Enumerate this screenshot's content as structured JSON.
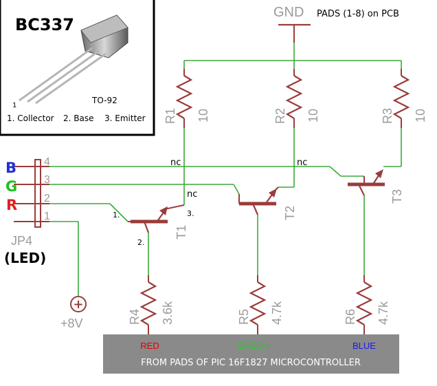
{
  "inset": {
    "title": "BC337",
    "package": "TO-92",
    "pin_number": "1",
    "pins": [
      "1. Collector",
      "2. Base",
      "3. Emitter"
    ]
  },
  "gnd": {
    "label": "GND",
    "note": "PADS (1-8) on PCB"
  },
  "resistors": [
    {
      "name": "R1",
      "value": "10"
    },
    {
      "name": "R2",
      "value": "10"
    },
    {
      "name": "R3",
      "value": "10"
    },
    {
      "name": "R4",
      "value": "3.6k"
    },
    {
      "name": "R5",
      "value": "4.7k"
    },
    {
      "name": "R6",
      "value": "4.7k"
    }
  ],
  "transistors": [
    "T1",
    "T2",
    "T3"
  ],
  "t1_pins": {
    "base": "1.",
    "collector": "2.",
    "emitter": "3."
  },
  "nc": "nc",
  "connector": {
    "name": "JP4",
    "sub": "(LED)",
    "pins": [
      "4",
      "3",
      "2",
      "1"
    ],
    "letters": [
      {
        "text": "B",
        "color": "#2030d0"
      },
      {
        "text": "G",
        "color": "#22c022"
      },
      {
        "text": "R",
        "color": "#e02020"
      }
    ]
  },
  "power": {
    "label": "+8V",
    "symbol": "+"
  },
  "banner": {
    "labels": [
      {
        "text": "RED",
        "color": "#e00000"
      },
      {
        "text": "GREEN",
        "color": "#22cc22"
      },
      {
        "text": "BLUE",
        "color": "#1a1aee"
      }
    ],
    "caption": "FROM PADS OF PIC 16F1827 MICROCONTROLLER",
    "bg": "#8a8a8a"
  }
}
